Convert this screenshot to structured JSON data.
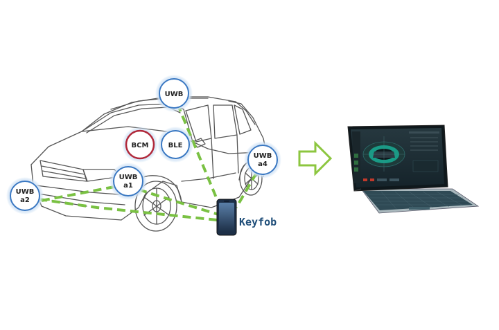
{
  "nodes": {
    "uwb_top": {
      "label": "UWB"
    },
    "bcm": {
      "label": "BCM"
    },
    "ble": {
      "label": "BLE"
    },
    "uwb_a1": {
      "line1": "UWB",
      "line2": "a1"
    },
    "uwb_a2": {
      "line1": "UWB",
      "line2": "a2"
    },
    "uwb_a4": {
      "line1": "UWB",
      "line2": "a4"
    }
  },
  "keyfob": {
    "label": "Keyfob"
  },
  "colors": {
    "link": "#7ac143",
    "arrow": "#8cc63f",
    "uwb_ring": "#3a78c2",
    "bcm_ring": "#b0283a",
    "ble_ring": "#3a78c2",
    "phone": "#2a3f5c",
    "laptop_screen": "#1c2b33",
    "keyboard": "#2f4a55"
  },
  "icons": {
    "phone": "smartphone-icon",
    "laptop": "tablet-laptop-icon",
    "arrow": "right-arrow-icon"
  }
}
